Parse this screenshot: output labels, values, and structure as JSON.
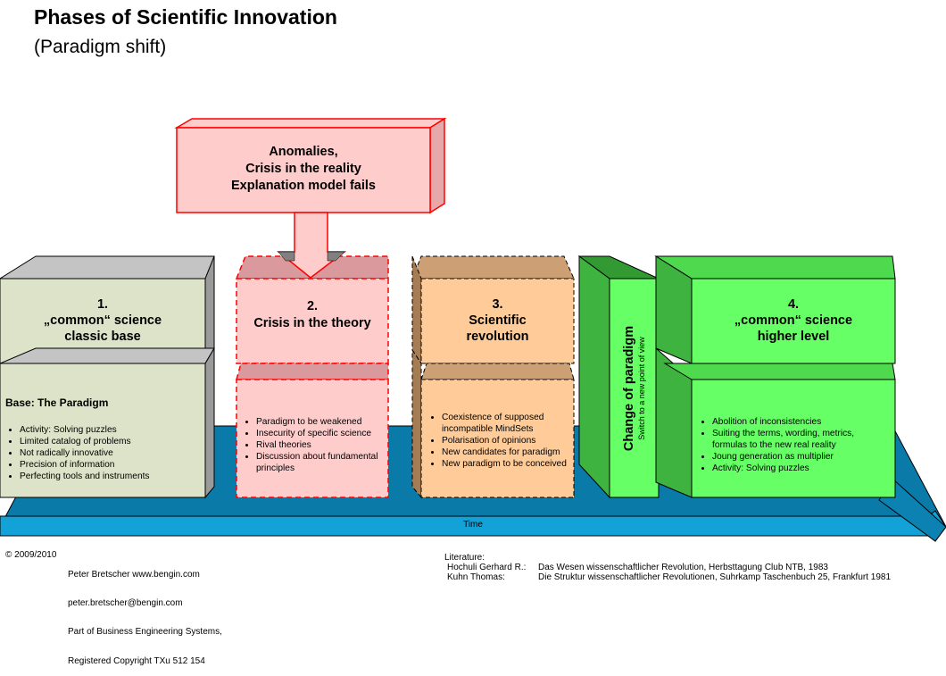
{
  "header": {
    "title": "Phases of Scientific Innovation",
    "subtitle": "(Paradigm shift)"
  },
  "anomalies": {
    "lines": [
      "Anomalies,",
      "Crisis in the reality",
      "Explanation model fails"
    ]
  },
  "phases": [
    {
      "title_lines": [
        "1.",
        "„common“ science",
        "classic base"
      ],
      "base_heading": "Base: The Paradigm",
      "bullets": [
        "Activity: Solving puzzles",
        "Limited catalog of problems",
        "Not radically innovative",
        "Precision of information",
        "Perfecting tools and instruments"
      ]
    },
    {
      "title_lines": [
        "2.",
        "Crisis in the theory"
      ],
      "bullets": [
        "Paradigm to be weakened",
        "Insecurity of specific science",
        "Rival theories",
        "Discussion about fundamental principles"
      ]
    },
    {
      "title_lines": [
        "3.",
        "Scientific",
        "revolution"
      ],
      "bullets": [
        "Coexistence of supposed incompatible MindSets",
        "Polarisation of opinions",
        "New candidates for paradigm",
        "New paradigm to be conceived"
      ]
    },
    {
      "title_lines": [
        "4.",
        "„common“ science",
        "higher level"
      ],
      "bullets": [
        "Abolition of inconsistencies",
        "Suiting the terms, wording, metrics, formulas to the new real reality",
        "Joung generation as multiplier",
        "Activity: Solving puzzles"
      ]
    }
  ],
  "change": {
    "label": "Change of paradigm",
    "sublabel": "Switch to a new point of view"
  },
  "time_label": "Time",
  "footer": {
    "copyright": "© 2009/2010",
    "author_lines": [
      "Peter Bretscher www.bengin.com",
      "peter.bretscher@bengin.com",
      "Part of Business Engineering Systems,",
      "Registered Copyright TXu 512 154"
    ],
    "literature_label": "Literature:",
    "literature": [
      {
        "author": "Hochuli Gerhard R.:",
        "text": "Das Wesen wissenschaftlicher Revolution, Herbsttagung Club NTB, 1983"
      },
      {
        "author": "Kuhn Thomas:",
        "text": "Die Struktur wissenschaftlicher Revolutionen, Suhrkamp Taschenbuch 25, Frankfurt 1981"
      }
    ]
  },
  "colors": {
    "phase1_front": "#dde3c8",
    "phase1_top": "#c4c4c4",
    "phase2_front": "#ffcccc",
    "phase2_top": "#d9999d",
    "phase2_border": "#ff0000",
    "phase3_front": "#ffcc99",
    "phase3_top": "#cc9f74",
    "phase4_front": "#66ff66",
    "phase4_top": "#4fd94f",
    "phase4_dark": "#339933",
    "time_arrow": "#0f99cc"
  }
}
